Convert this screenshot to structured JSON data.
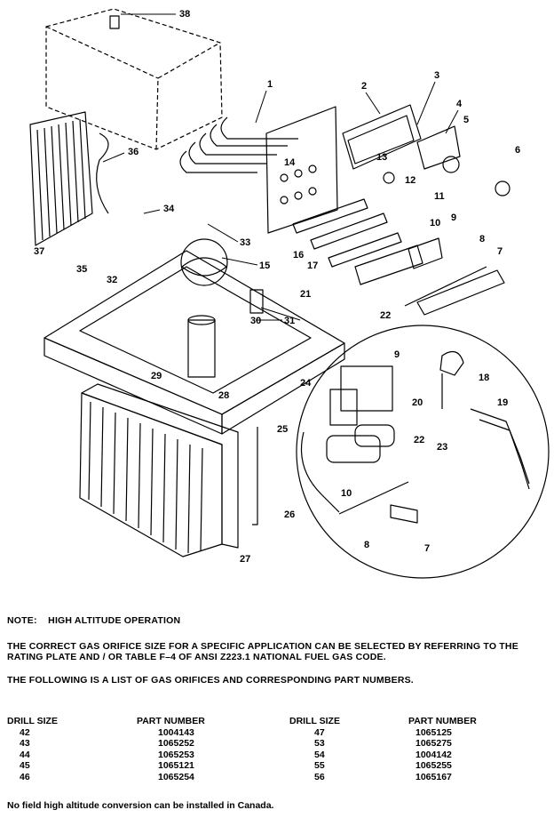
{
  "callouts": [
    "38",
    "1",
    "2",
    "3",
    "4",
    "5",
    "6",
    "36",
    "14",
    "13",
    "12",
    "11",
    "34",
    "33",
    "10",
    "9",
    "8",
    "7",
    "37",
    "35",
    "15",
    "16",
    "17",
    "32",
    "30",
    "31",
    "21",
    "22",
    "29",
    "28",
    "24",
    "25",
    "26",
    "27",
    "9",
    "18",
    "20",
    "19",
    "22",
    "23",
    "10",
    "8",
    "7"
  ],
  "note": {
    "label": "NOTE:",
    "heading": "HIGH ALTITUDE OPERATION",
    "paragraph1": "THE CORRECT GAS ORIFICE SIZE FOR A SPECIFIC APPLICATION CAN BE SELECTED BY REFERRING TO THE RATING PLATE AND / OR TABLE F–4 OF ANSI Z223.1 NATIONAL FUEL GAS CODE.",
    "paragraph2": "THE FOLLOWING IS A LIST OF GAS ORIFICES AND CORRESPONDING PART NUMBERS."
  },
  "table": {
    "headers": [
      "DRILL SIZE",
      "PART NUMBER",
      "DRILL SIZE",
      "PART NUMBER"
    ],
    "left_drill": [
      "42",
      "43",
      "44",
      "45",
      "46"
    ],
    "left_part": [
      "1004143",
      "1065252",
      "1065253",
      "1065121",
      "1065254"
    ],
    "right_drill": [
      "47",
      "53",
      "54",
      "55",
      "56"
    ],
    "right_part": [
      "1065125",
      "1065275",
      "1004142",
      "1065255",
      "1065167"
    ]
  },
  "footer": "No field high altitude conversion can be installed in Canada."
}
